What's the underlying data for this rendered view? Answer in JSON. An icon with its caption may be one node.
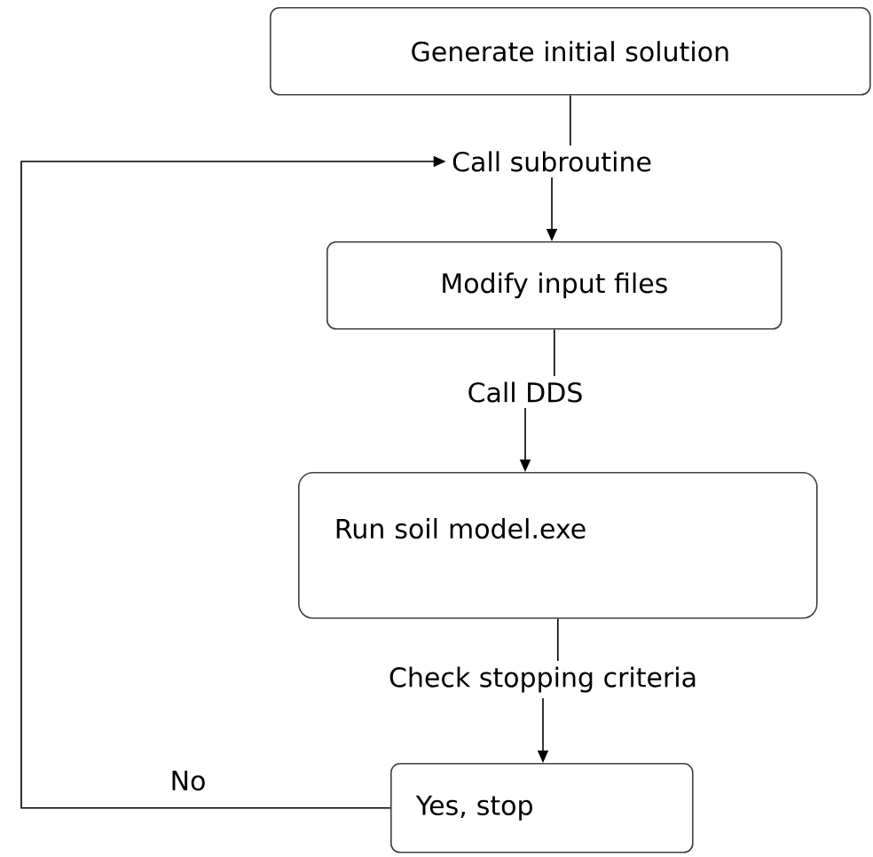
{
  "diagram": {
    "nodes": [
      {
        "text": [
          "Generate initial solution"
        ]
      },
      {
        "text": [
          "Call subroutine"
        ]
      },
      {
        "text": [
          "Modify input files"
        ]
      },
      {
        "text": [
          "Call DDS"
        ]
      },
      {
        "text": [
          "Run soil model.exe"
        ]
      },
      {
        "text": [
          "Check stopping criteria"
        ]
      },
      {
        "text": [
          "Yes, stop"
        ]
      }
    ],
    "edges": [
      {
        "from": 0,
        "to": 1,
        "arrow": "none"
      },
      {
        "from": 1,
        "to": 2,
        "arrow": "to"
      },
      {
        "from": 2,
        "to": 3,
        "arrow": "none"
      },
      {
        "from": 3,
        "to": 4,
        "arrow": "to"
      },
      {
        "from": 4,
        "to": 5,
        "arrow": "none"
      },
      {
        "from": 5,
        "to": 6,
        "arrow": "to"
      },
      {
        "from": 6,
        "to": 1,
        "arrow": "to",
        "label": "No"
      }
    ]
  }
}
